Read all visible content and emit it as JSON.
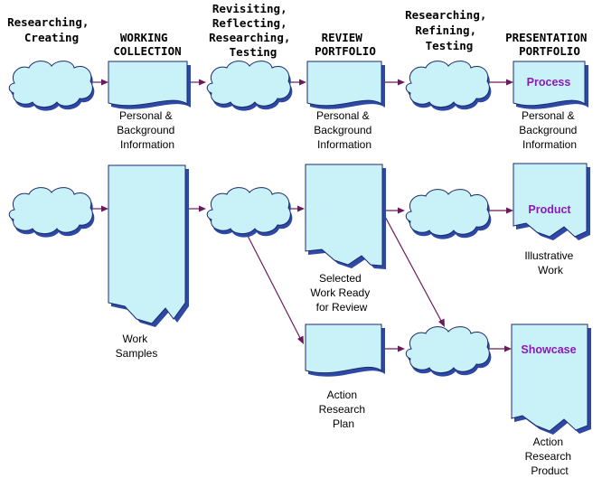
{
  "headers": {
    "researching_creating": [
      "Researching,",
      "Creating"
    ],
    "working_collection": [
      "WORKING",
      "COLLECTION"
    ],
    "revisiting": [
      "Revisiting,",
      "Reflecting,",
      "Researching,",
      "Testing"
    ],
    "review_portfolio": [
      "REVIEW",
      "PORTFOLIO"
    ],
    "researching_refining": [
      "Researching,",
      "Refining,",
      "Testing"
    ],
    "presentation_portfolio": [
      "PRESENTATION",
      "PORTFOLIO"
    ]
  },
  "captions": {
    "working_personal": [
      "Personal &",
      "Background",
      "Information"
    ],
    "review_personal": [
      "Personal &",
      "Background",
      "Information"
    ],
    "presentation_personal": [
      "Personal &",
      "Background",
      "Information"
    ],
    "work_samples": [
      "Work",
      "Samples"
    ],
    "selected_work": [
      "Selected",
      "Work Ready",
      "for Review"
    ],
    "illustrative_work": [
      "Illustrative",
      "Work"
    ],
    "action_research_plan": [
      "Action",
      "Research",
      "Plan"
    ],
    "action_research_product": [
      "Action",
      "Research",
      "Product"
    ]
  },
  "doc_labels": {
    "process": "Process",
    "product": "Product",
    "showcase": "Showcase"
  },
  "colors": {
    "fill": "#c9f1f8",
    "shadow": "#2e48a6",
    "outline": "#1b2a6b",
    "arrow": "#6a1a5a",
    "label": "#8a1bb8"
  }
}
